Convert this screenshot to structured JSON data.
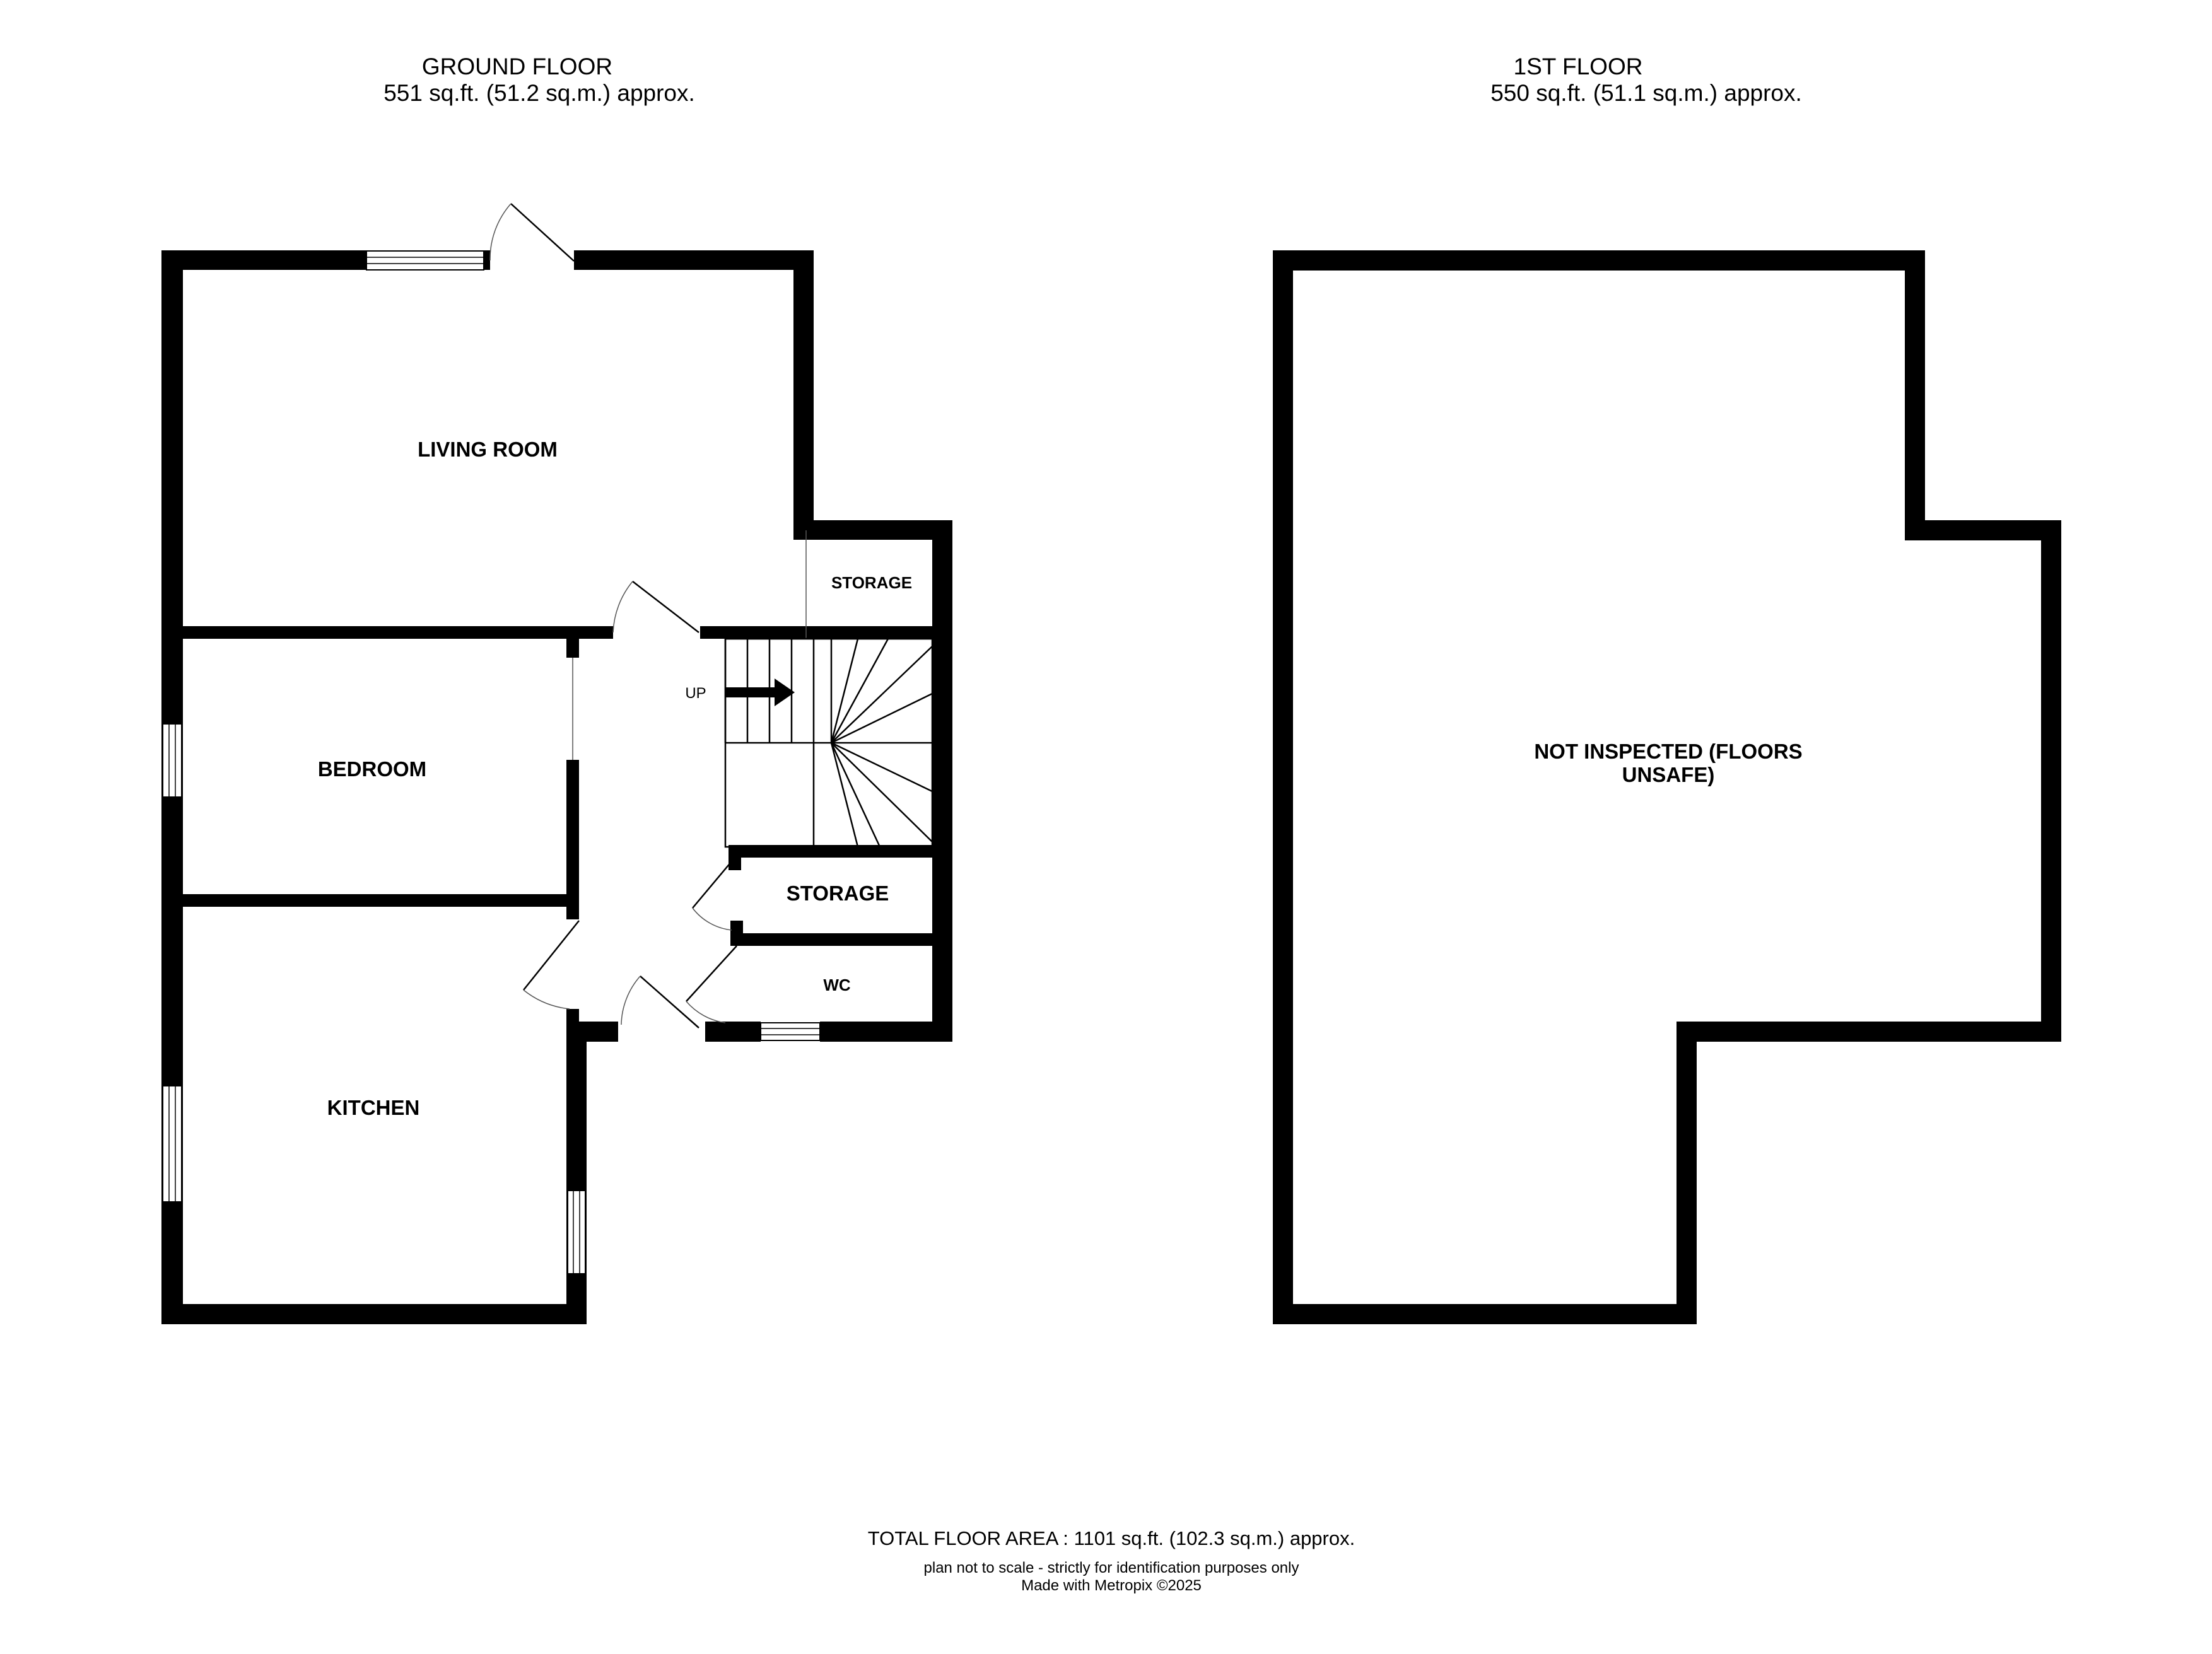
{
  "ground_floor": {
    "title": "GROUND FLOOR",
    "area": "551 sq.ft. (51.2 sq.m.) approx.",
    "rooms": {
      "living_room": "LIVING ROOM",
      "bedroom": "BEDROOM",
      "kitchen": "KITCHEN",
      "storage_upper": "STORAGE",
      "storage_lower": "STORAGE",
      "wc": "WC"
    },
    "stairs_label": "UP"
  },
  "first_floor": {
    "title": "1ST FLOOR",
    "area": "550 sq.ft. (51.1 sq.m.) approx.",
    "note_line1": "NOT INSPECTED (FLOORS",
    "note_line2": "UNSAFE)"
  },
  "footer": {
    "total_area": "TOTAL FLOOR AREA : 1101 sq.ft. (102.3 sq.m.) approx.",
    "disclaimer": "plan not to scale - strictly for identification purposes only",
    "credit": "Made with Metropix ©2025"
  },
  "colors": {
    "wall": "#000000",
    "background": "#ffffff"
  }
}
